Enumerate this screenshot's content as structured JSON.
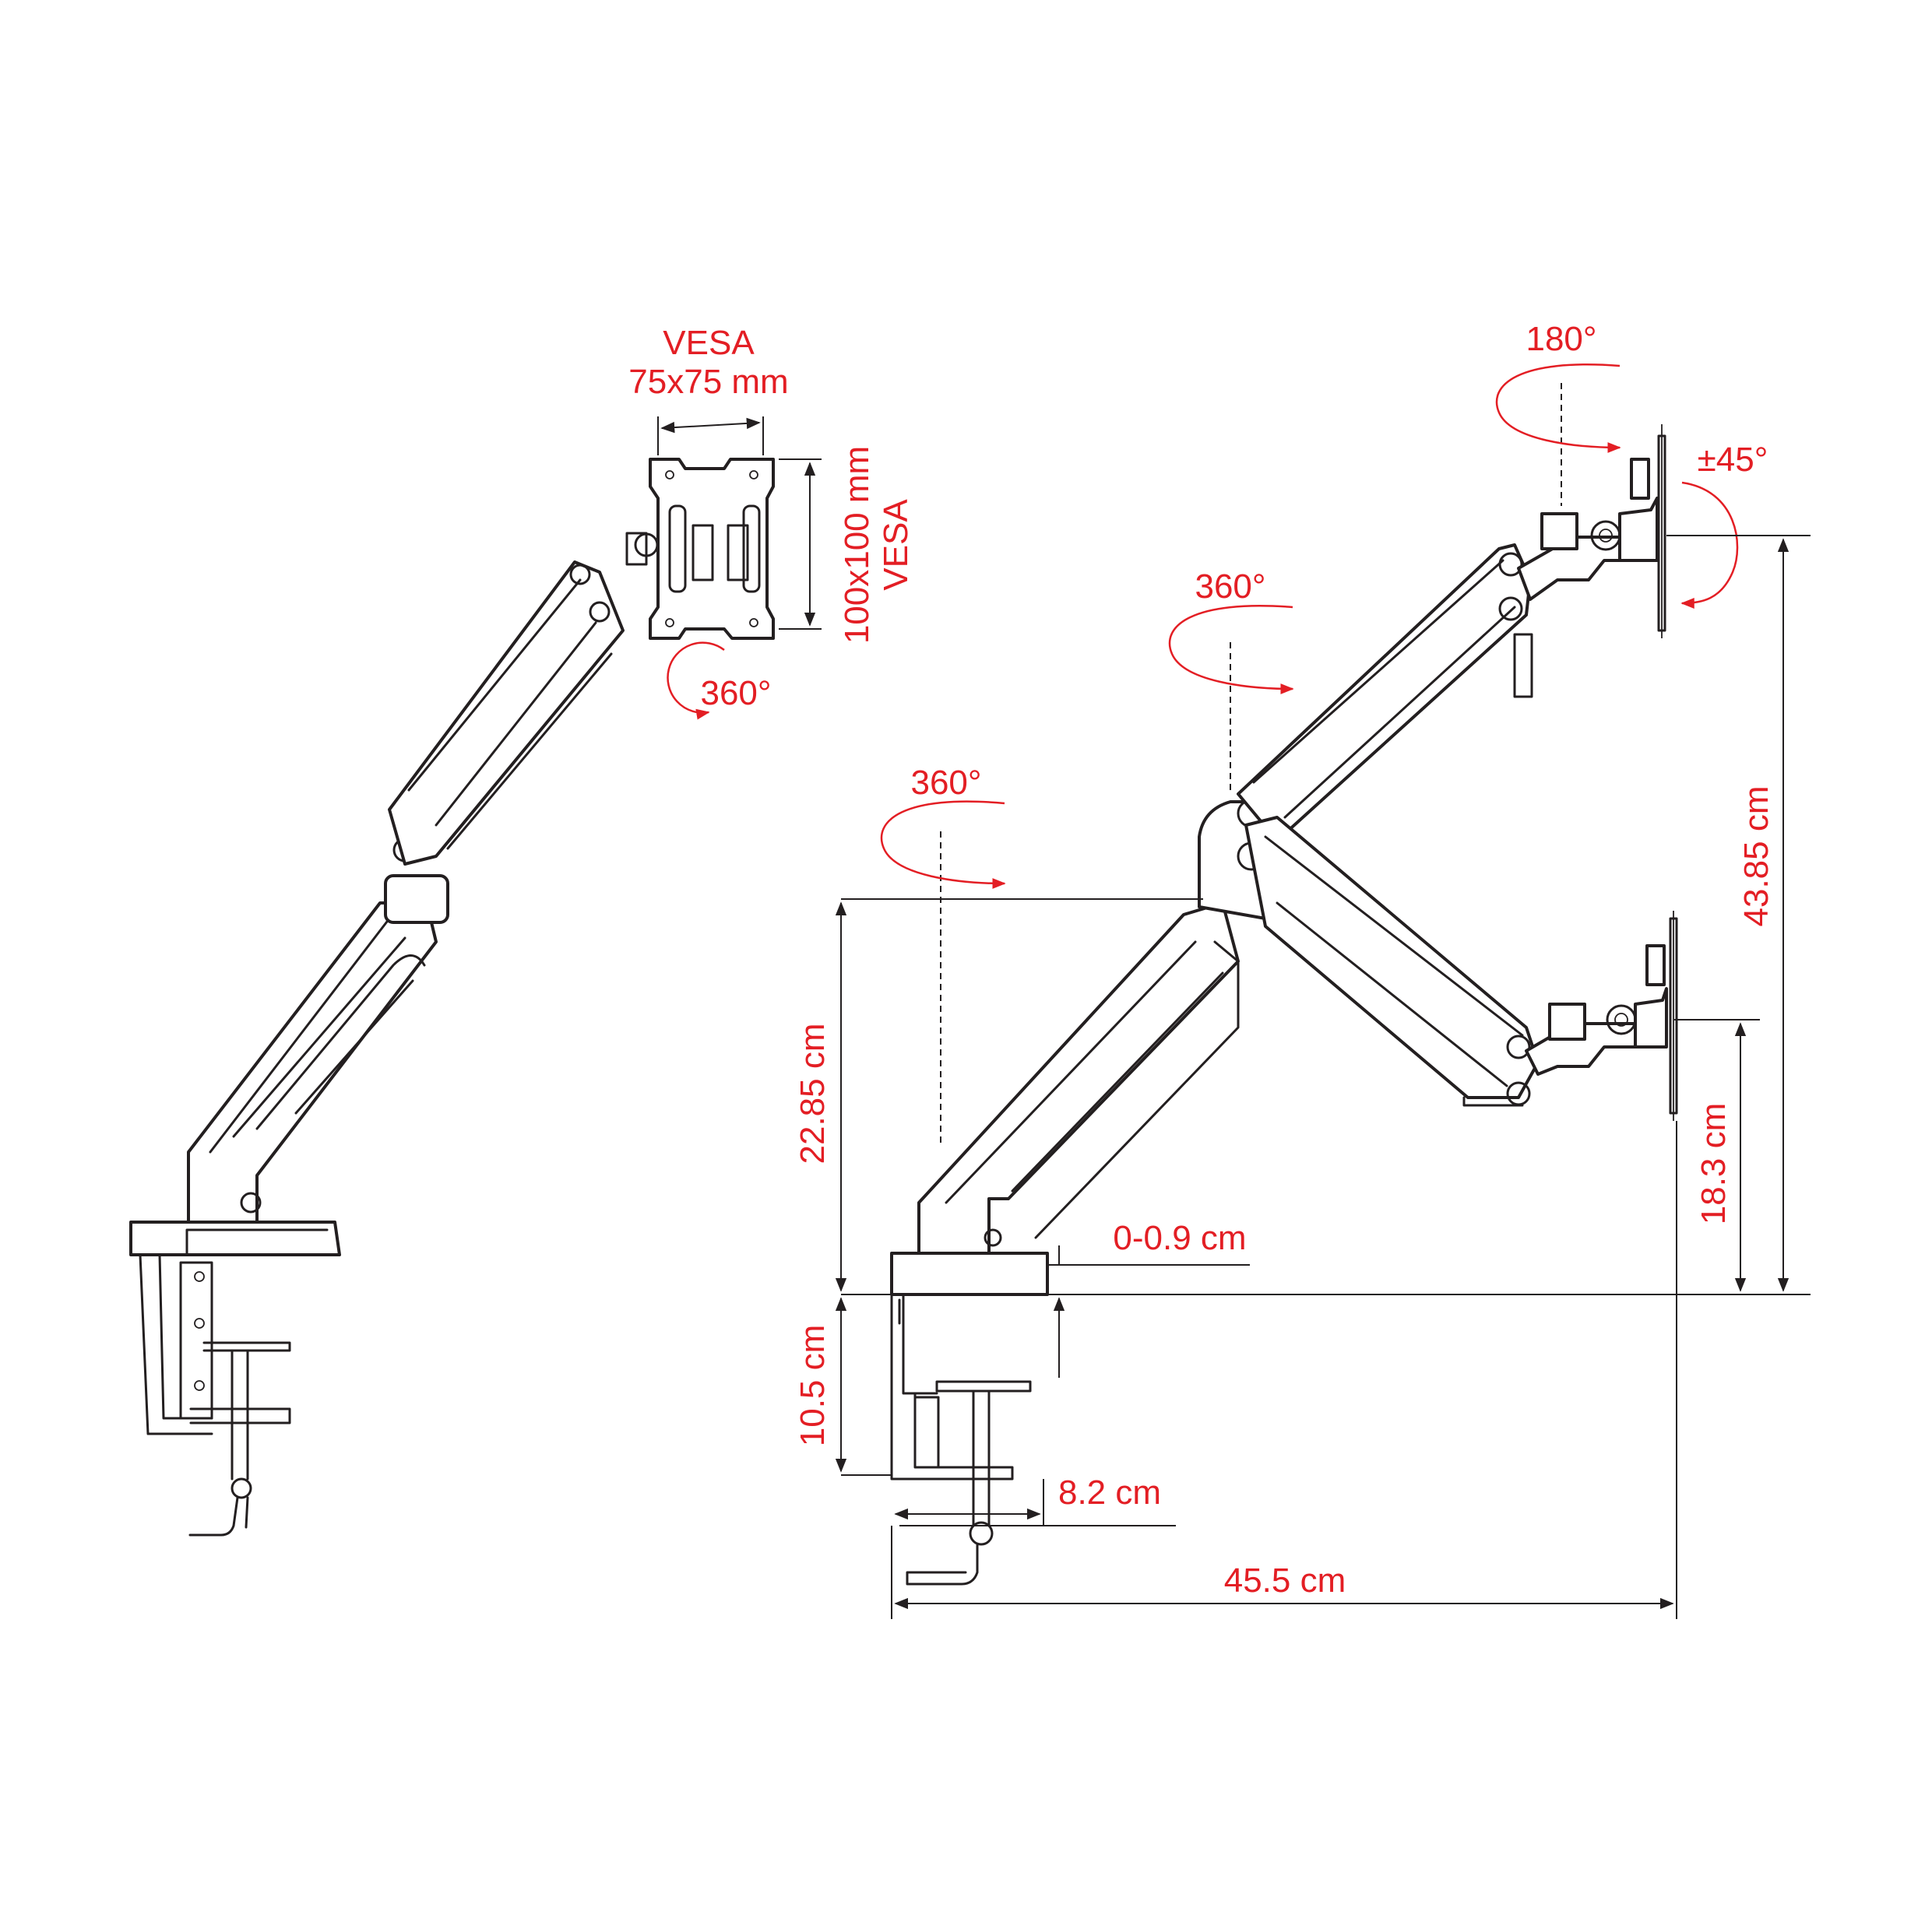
{
  "accent_color": "#e31e24",
  "line_color": "#231f20",
  "labels": {
    "vesa_w_1": "VESA",
    "vesa_w_2": "75x75 mm",
    "vesa_h_1": "100x100 mm",
    "vesa_h_2": "VESA",
    "rot_plate": "360°",
    "rot_tilt_top": "180°",
    "tilt": "±45°",
    "rot_elbow": "360°",
    "rot_base": "360°",
    "dim_total_h": "43.85 cm",
    "dim_low_h": "18.3 cm",
    "dim_pole_h": "22.85 cm",
    "dim_clamp_h": "10.5 cm",
    "dim_desk": "0-0.9 cm",
    "dim_clamp_w": "8.2 cm",
    "dim_reach": "45.5 cm"
  }
}
